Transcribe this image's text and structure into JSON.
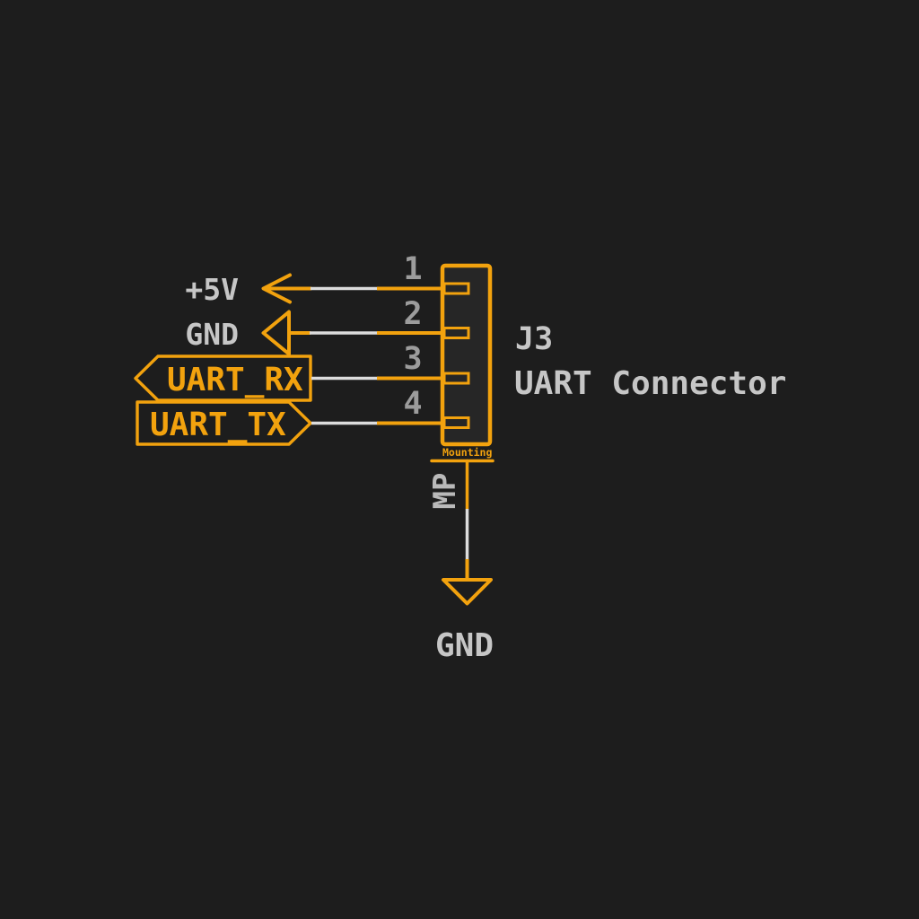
{
  "colors": {
    "background": "#1d1d1d",
    "symbol_orange": "#f2a20e",
    "wire_white": "#dcdcdc",
    "text_gray": "#c6c6c6",
    "pin_number_gray": "#9c9c9c",
    "body_fill": "#262626"
  },
  "schematic": {
    "component": {
      "reference": "J3",
      "value": "UART Connector",
      "mounting_text": "Mounting",
      "mounting_pin_name": "MP"
    },
    "pins": [
      {
        "number": "1",
        "net": "+5V",
        "connection": "power-arrow-left"
      },
      {
        "number": "2",
        "net": "GND",
        "connection": "ground-flag-triangle-left"
      },
      {
        "number": "3",
        "net": "UART_RX",
        "connection": "hierarchical-label-pointing-left"
      },
      {
        "number": "4",
        "net": "UART_TX",
        "connection": "hierarchical-label-pointing-right"
      }
    ],
    "ground_symbol_label": "GND"
  }
}
